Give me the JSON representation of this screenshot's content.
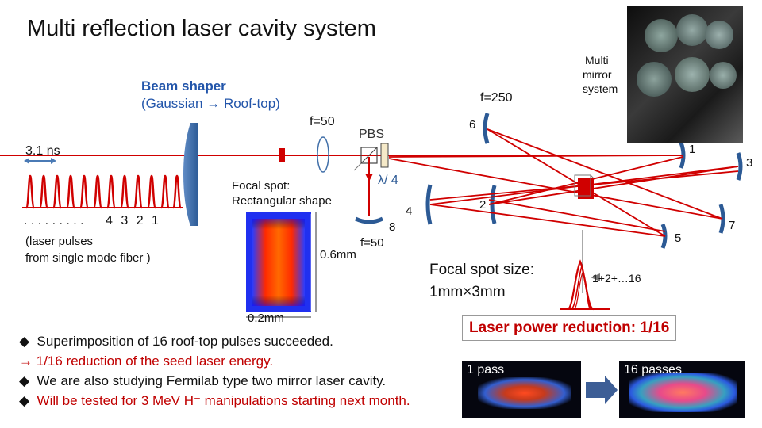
{
  "title": "Multi reflection laser cavity system",
  "beam_shaper": {
    "heading": "Beam shaper",
    "subtitle": "(Gaussian",
    "subtitle_end": "Roof-top)"
  },
  "labels": {
    "f50_top": "f=50",
    "f250": "f=250",
    "pbs": "PBS",
    "pulse_width": "3.1 ns",
    "dots": ". . . . . . . . .",
    "pulse_numbers": "4  3  2  1",
    "fiber_note_1": "(laser pulses",
    "fiber_note_2": "from single mode fiber )",
    "focal_spot_1": "Focal spot:",
    "focal_spot_2": "Rectangular shape",
    "dim_06": "0.6mm",
    "dim_02": "0.2mm",
    "lambda4": "λ/ 4",
    "f50_bottom": "f=50",
    "focal_size_1": "Focal spot size:",
    "focal_size_2": "1mm×3mm",
    "sum": "1+2+…16",
    "multi_mirror_1": "Multi",
    "multi_mirror_2": "mirror",
    "multi_mirror_3": "system"
  },
  "mirrors": {
    "m1": "1",
    "m2": "2",
    "m3": "3",
    "m4": "4",
    "m5": "5",
    "m6": "6",
    "m7": "7",
    "m8": "8"
  },
  "bottom": {
    "line1": "Superimposition of 16 roof-top pulses succeeded.",
    "line2": "1/16 reduction of the seed laser energy.",
    "line3": "We are also studying Fermilab type two mirror laser cavity.",
    "line4": "Will be tested for 3 MeV H⁻ manipulations starting next month."
  },
  "power": {
    "title": "Laser power reduction: 1/16",
    "one_pass": "1 pass",
    "sixteen": "16 passes"
  },
  "colors": {
    "accent_blue": "#2255aa",
    "laser_red": "#d00000",
    "lens_blue": "#3f6ea8"
  }
}
